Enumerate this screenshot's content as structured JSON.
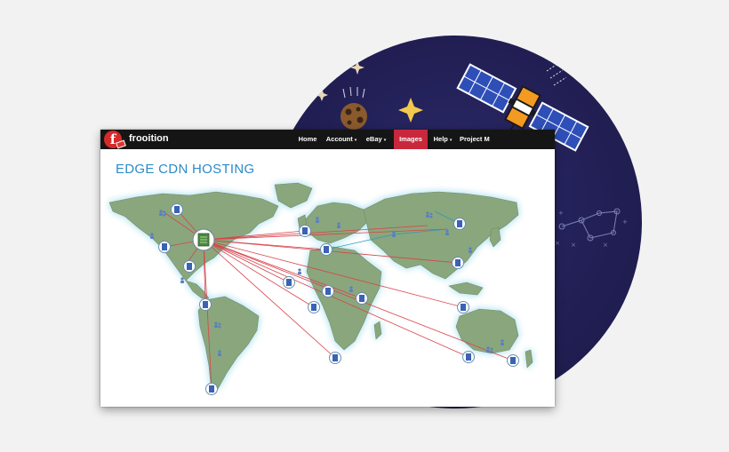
{
  "navbar": {
    "brand": "frooition",
    "logo_letter": "f",
    "items": [
      {
        "label": "Home",
        "dropdown": false,
        "active": false
      },
      {
        "label": "Account",
        "dropdown": true,
        "active": false
      },
      {
        "label": "eBay",
        "dropdown": true,
        "active": false
      },
      {
        "label": "Images",
        "dropdown": false,
        "active": true
      },
      {
        "label": "Help",
        "dropdown": true,
        "active": false
      },
      {
        "label": "Project M",
        "dropdown": false,
        "active": false
      }
    ],
    "dropdown_caret": "▾"
  },
  "page": {
    "title": "EDGE CDN HOSTING"
  },
  "colors": {
    "navbar_bg": "#151515",
    "active_tab": "#c8283c",
    "title": "#2d8ac8",
    "map_land": "#8aa67c",
    "map_glow": "#cfeef7",
    "link_line": "#d9434a",
    "space_bg": "#221f55",
    "satellite_panel": "#2f4fb8",
    "satellite_body": "#f39a22"
  },
  "icons": {
    "origin": "origin-server-icon",
    "edge": "edge-server-icon",
    "users": "users-icon",
    "satellite": "satellite-icon",
    "asteroid": "asteroid-icon",
    "stars": "star-icon"
  }
}
